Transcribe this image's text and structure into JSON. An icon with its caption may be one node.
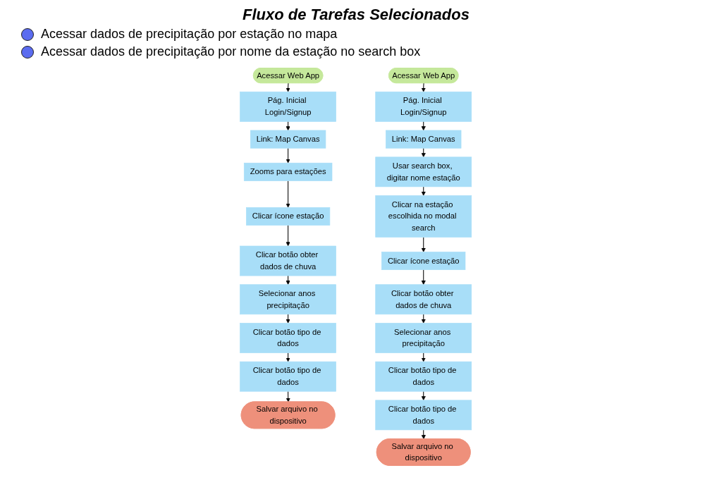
{
  "diagram": {
    "title": "Fluxo de Tarefas Selecionados",
    "nodes": [
      {
        "text": [
          "Acessar Web App"
        ]
      },
      {
        "text": [
          "Pág. Inicial Login/Signup"
        ]
      },
      {
        "text": [
          "Link: Map Canvas"
        ]
      },
      {
        "text": [
          "Zooms para estações"
        ]
      },
      {
        "text": [
          "Clicar ícone estação"
        ]
      },
      {
        "text": [
          "Clicar botão obter dados de chuva"
        ]
      },
      {
        "text": [
          "Selecionar anos precipitação"
        ]
      },
      {
        "text": [
          "Clicar botão tipo de dados"
        ]
      },
      {
        "text": [
          "Clicar botão tipo de dados"
        ]
      },
      {
        "text": [
          "Salvar arquivo no dispositivo"
        ]
      },
      {
        "text": [
          "Acessar Web App"
        ]
      },
      {
        "text": [
          "Pág. Inicial Login/Signup"
        ]
      },
      {
        "text": [
          "Link: Map Canvas"
        ]
      },
      {
        "text": [
          "Usar search box, digitar nome estação"
        ]
      },
      {
        "text": [
          "Clicar na estação escolhida no modal search"
        ]
      },
      {
        "text": [
          "Clicar ícone estação"
        ]
      },
      {
        "text": [
          "Clicar botão obter dados de chuva"
        ]
      },
      {
        "text": [
          "Selecionar anos precipitação"
        ]
      },
      {
        "text": [
          "Clicar botão tipo de dados"
        ]
      },
      {
        "text": [
          "Clicar botão tipo de dados"
        ]
      },
      {
        "text": [
          "Salvar arquivo no dispositivo"
        ]
      }
    ],
    "edges": [
      {
        "from": 0,
        "to": 1,
        "arrow": "to"
      },
      {
        "from": 1,
        "to": 2,
        "arrow": "to"
      },
      {
        "from": 2,
        "to": 3,
        "arrow": "to"
      },
      {
        "from": 3,
        "to": 4,
        "arrow": "to"
      },
      {
        "from": 4,
        "to": 5,
        "arrow": "to"
      },
      {
        "from": 5,
        "to": 6,
        "arrow": "to"
      },
      {
        "from": 6,
        "to": 7,
        "arrow": "to"
      },
      {
        "from": 7,
        "to": 8,
        "arrow": "to"
      },
      {
        "from": 8,
        "to": 9,
        "arrow": "to"
      },
      {
        "from": 10,
        "to": 11,
        "arrow": "to"
      },
      {
        "from": 11,
        "to": 12,
        "arrow": "to"
      },
      {
        "from": 12,
        "to": 13,
        "arrow": "to"
      },
      {
        "from": 13,
        "to": 14,
        "arrow": "to"
      },
      {
        "from": 14,
        "to": 15,
        "arrow": "to"
      },
      {
        "from": 15,
        "to": 16,
        "arrow": "to"
      },
      {
        "from": 16,
        "to": 17,
        "arrow": "to"
      },
      {
        "from": 17,
        "to": 18,
        "arrow": "to"
      },
      {
        "from": 18,
        "to": 19,
        "arrow": "to"
      },
      {
        "from": 19,
        "to": 20,
        "arrow": "to"
      }
    ],
    "labels": [
      "Acessar dados de precipitação por estação no mapa",
      "Acessar dados de precipitação por nome da estação no search box"
    ]
  }
}
